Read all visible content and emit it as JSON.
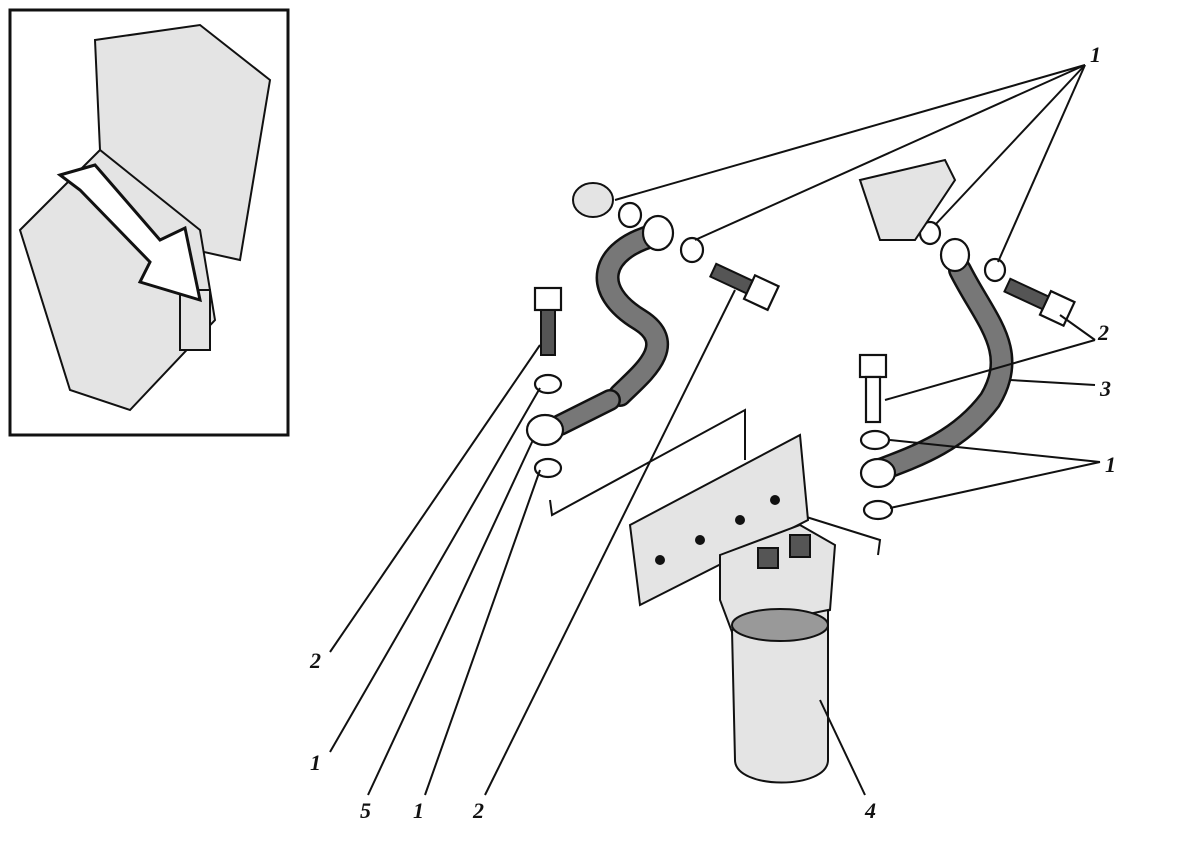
{
  "callouts": [
    {
      "id": "washers-top",
      "text": "1"
    },
    {
      "id": "bolt-right",
      "text": "2"
    },
    {
      "id": "hose-right",
      "text": "3"
    },
    {
      "id": "washers-right",
      "text": "1"
    },
    {
      "id": "bolt-left",
      "text": "2"
    },
    {
      "id": "washer-left-top",
      "text": "1"
    },
    {
      "id": "banjo-left",
      "text": "5"
    },
    {
      "id": "washer-left-bottom",
      "text": "1"
    },
    {
      "id": "bolt-center",
      "text": "2"
    },
    {
      "id": "filter",
      "text": "4"
    }
  ]
}
